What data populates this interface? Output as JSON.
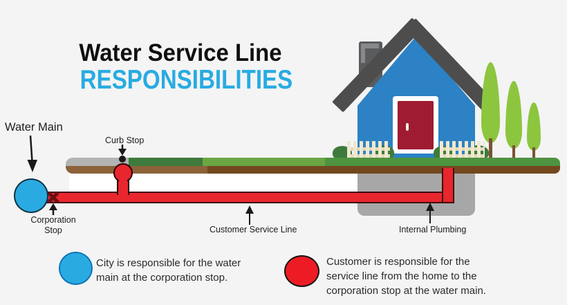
{
  "title": {
    "line1": "Water Service Line",
    "line2": "RESPONSIBILITIES"
  },
  "diagram_labels": {
    "water_main": "Water Main",
    "curb_stop": "Curb Stop",
    "corporation_stop": [
      "Corporation",
      "Stop"
    ],
    "customer_service_line": "Customer Service Line",
    "internal_plumbing": "Internal Plumbing"
  },
  "legend": {
    "city": {
      "lines": [
        "City is responsible for the water",
        "main at the corporation stop."
      ]
    },
    "customer": {
      "lines": [
        "Customer is responsible for the",
        "service line from the home to the",
        "corporation stop at the water main."
      ]
    }
  },
  "colors": {
    "background": "#F4F4F4",
    "title_accent_cyan": "#29ABE2",
    "water_main_blue": "#29ABE2",
    "pipe_red": "#E8262E",
    "legend_customer_red": "#ED1C24",
    "house_wall_blue": "#2C82C4",
    "roof_gray": "#4D4D4D",
    "door_red": "#9E1B32",
    "tree_green": "#8CC63F",
    "grass_green_medium": "#4E9340",
    "grass_green_dark": "#3E7A3C",
    "grass_green_light": "#6CA644",
    "dirt_brown_light": "#8C6239",
    "dirt_brown_dark": "#74481F",
    "sidewalk_gray": "#B3B3B3",
    "foundation_gray": "#A7A7A7"
  }
}
